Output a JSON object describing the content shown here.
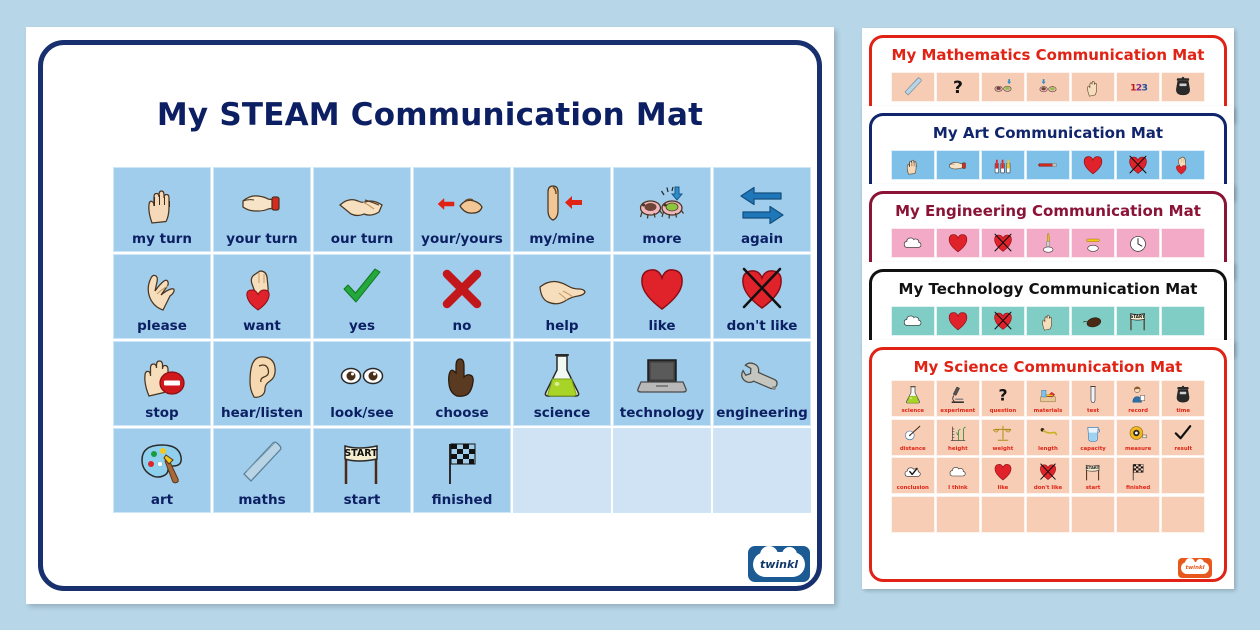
{
  "page": {
    "background_color": "#b7d7e9"
  },
  "main_mat": {
    "title": "My STEAM Communication Mat",
    "border_color": "#18306e",
    "title_color": "#0d1f63",
    "cell_color": "#9fcdeb",
    "empty_cell_color": "#cfe3f5",
    "columns": 7,
    "rows": 4,
    "cells": [
      {
        "label": "my turn",
        "icon": "open-hand-icon"
      },
      {
        "label": "your turn",
        "icon": "pointing-hand-icon"
      },
      {
        "label": "our turn",
        "icon": "handshake-icon"
      },
      {
        "label": "your/yours",
        "icon": "hand-arrow-left-icon"
      },
      {
        "label": "my/mine",
        "icon": "hand-arrow-right-icon"
      },
      {
        "label": "more",
        "icon": "two-piggy-banks-icon"
      },
      {
        "label": "again",
        "icon": "two-arrows-cycle-icon"
      },
      {
        "label": "please",
        "icon": "praying-hands-icon"
      },
      {
        "label": "want",
        "icon": "hand-reaching-heart-icon"
      },
      {
        "label": "yes",
        "icon": "green-tick-icon"
      },
      {
        "label": "no",
        "icon": "red-cross-icon"
      },
      {
        "label": "help",
        "icon": "outstretched-hand-icon"
      },
      {
        "label": "like",
        "icon": "red-heart-icon"
      },
      {
        "label": "don't like",
        "icon": "crossed-heart-icon"
      },
      {
        "label": "stop",
        "icon": "hand-stop-sign-icon"
      },
      {
        "label": "hear/listen",
        "icon": "ear-icon"
      },
      {
        "label": "look/see",
        "icon": "two-eyes-icon"
      },
      {
        "label": "choose",
        "icon": "pointing-finger-up-icon"
      },
      {
        "label": "science",
        "icon": "conical-flask-icon"
      },
      {
        "label": "technology",
        "icon": "laptop-icon"
      },
      {
        "label": "engineering",
        "icon": "spanner-icon"
      },
      {
        "label": "art",
        "icon": "paint-palette-icon"
      },
      {
        "label": "maths",
        "icon": "ruler-icon"
      },
      {
        "label": "start",
        "icon": "start-banner-icon"
      },
      {
        "label": "finished",
        "icon": "chequered-flag-icon"
      },
      {
        "label": "",
        "icon": "none"
      },
      {
        "label": "",
        "icon": "none"
      },
      {
        "label": "",
        "icon": "none"
      }
    ],
    "logo": "twinkl"
  },
  "stacked_mats": [
    {
      "id": "mat-maths",
      "title": "My Mathematics Communication Mat",
      "border_color": "#e02315",
      "title_color": "#e02315",
      "cell_color": "#f6cdb4",
      "cell_border_color": "#ffffff",
      "icons": [
        "ruler-icon",
        "question-mark-icon",
        "more-icon",
        "less-icon",
        "hand-icon",
        "123-number-icon",
        "timer-icon"
      ]
    },
    {
      "id": "mat-art",
      "title": "My Art Communication Mat",
      "border_color": "#10256b",
      "title_color": "#10256b",
      "cell_color": "#7fc0e8",
      "cell_border_color": "#ffffff",
      "icons": [
        "open-hand-icon",
        "pointing-hand-icon",
        "paint-pots-icon",
        "paintbrush-icon",
        "red-heart-icon",
        "crossed-heart-icon",
        "hand-reaching-heart-icon"
      ]
    },
    {
      "id": "mat-engineering",
      "title": "My Engineering Communication Mat",
      "border_color": "#8b1436",
      "title_color": "#8b1436",
      "cell_color": "#f3aac6",
      "cell_border_color": "#ffffff",
      "icons": [
        "thought-cloud-icon",
        "red-heart-icon",
        "crossed-heart-icon",
        "screwdriver-icon",
        "hammer-icon",
        "clock-icon",
        "blank-icon"
      ]
    },
    {
      "id": "mat-technology",
      "title": "My Technology Communication Mat",
      "border_color": "#111111",
      "title_color": "#111111",
      "cell_color": "#7fcdc5",
      "cell_border_color": "#ffffff",
      "icons": [
        "thought-cloud-icon",
        "red-heart-icon",
        "crossed-heart-icon",
        "hand-icon",
        "computer-mouse-icon",
        "start-banner-icon",
        "blank-icon"
      ]
    },
    {
      "id": "mat-science",
      "title": "My Science Communication Mat",
      "border_color": "#e02315",
      "title_color": "#e02315",
      "cell_color": "#f7cdb5",
      "cell_border_color": "#ffffff",
      "logo": "twinkl",
      "cells": [
        {
          "label": "science",
          "icon": "conical-flask-icon"
        },
        {
          "label": "experiment",
          "icon": "microscope-icon"
        },
        {
          "label": "question",
          "icon": "question-mark-icon"
        },
        {
          "label": "materials",
          "icon": "materials-tray-icon"
        },
        {
          "label": "test",
          "icon": "test-tube-icon"
        },
        {
          "label": "record",
          "icon": "person-writing-icon"
        },
        {
          "label": "time",
          "icon": "timer-icon"
        },
        {
          "label": "distance",
          "icon": "trundle-wheel-icon"
        },
        {
          "label": "height",
          "icon": "plant-height-chart-icon"
        },
        {
          "label": "weight",
          "icon": "balance-scales-icon"
        },
        {
          "label": "length",
          "icon": "tape-measure-strip-icon"
        },
        {
          "label": "capacity",
          "icon": "measuring-jug-icon"
        },
        {
          "label": "measure",
          "icon": "tape-measure-icon"
        },
        {
          "label": "result",
          "icon": "black-tick-icon"
        },
        {
          "label": "conclusion",
          "icon": "thought-cloud-tick-icon"
        },
        {
          "label": "I think",
          "icon": "thought-cloud-icon"
        },
        {
          "label": "like",
          "icon": "red-heart-icon"
        },
        {
          "label": "don't like",
          "icon": "crossed-heart-icon"
        },
        {
          "label": "start",
          "icon": "start-banner-icon"
        },
        {
          "label": "finished",
          "icon": "chequered-flag-icon"
        },
        {
          "label": "",
          "icon": "none"
        },
        {
          "label": "",
          "icon": "none"
        },
        {
          "label": "",
          "icon": "none"
        },
        {
          "label": "",
          "icon": "none"
        },
        {
          "label": "",
          "icon": "none"
        },
        {
          "label": "",
          "icon": "none"
        },
        {
          "label": "",
          "icon": "none"
        },
        {
          "label": "",
          "icon": "none"
        }
      ]
    }
  ]
}
